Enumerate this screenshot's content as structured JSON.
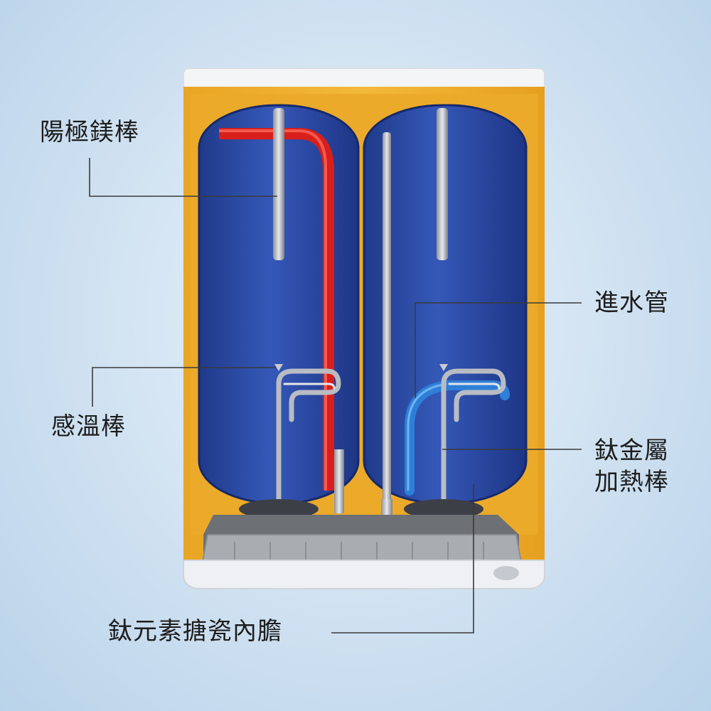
{
  "labels": {
    "anode": "陽極鎂棒",
    "thermo": "感溫棒",
    "inlet": "進水管",
    "heater_line1": "鈦金屬",
    "heater_line2": "加熱棒",
    "tank": "鈦元素搪瓷內膽"
  },
  "colors": {
    "background": "#cfe1f1",
    "housing": "#f0b12e",
    "tank": "#2a4aa0",
    "hot_pipe": "#e02a24",
    "cold_pipe": "#3b8be0",
    "leader_line": "#3a3a3a"
  }
}
